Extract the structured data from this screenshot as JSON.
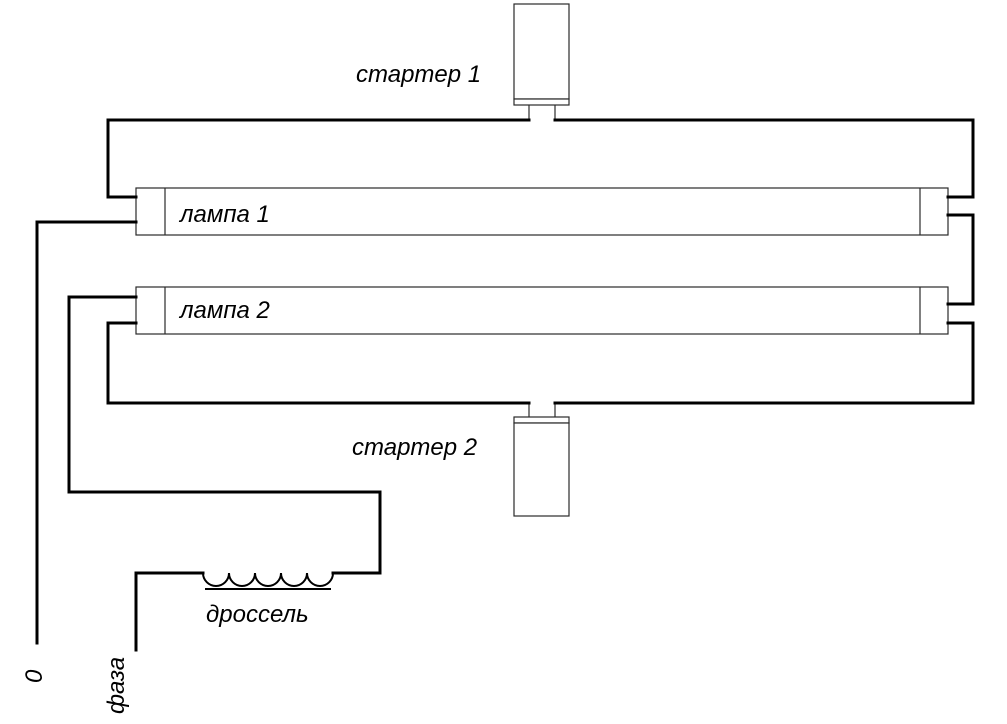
{
  "labels": {
    "starter_1": "стартер 1",
    "starter_2": "стартер 2",
    "lamp_1": "лампа 1",
    "lamp_2": "лампа 2",
    "choke": "дроссель",
    "neutral": "0",
    "phase": "фаза"
  },
  "colors": {
    "wire": "#000000",
    "outline": "#2a2a2a",
    "background": "#ffffff"
  }
}
